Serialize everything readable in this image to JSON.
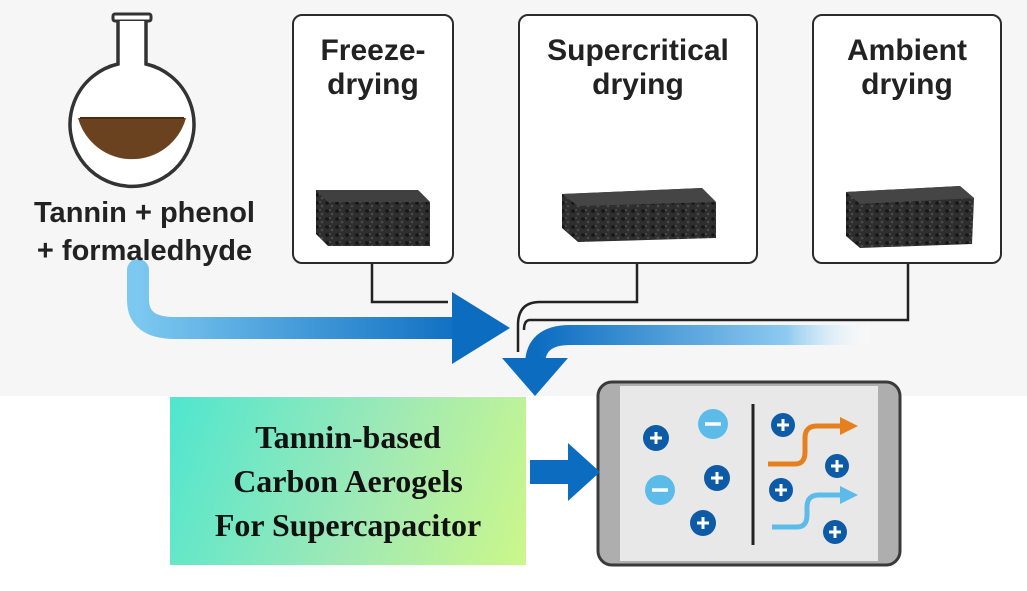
{
  "flask": {
    "label_line1": "Tannin + phenol",
    "label_line2": "+ formaledhyde"
  },
  "drying_methods": [
    {
      "line1": "Freeze-",
      "line2": "drying",
      "icon": "snowflake-icon"
    },
    {
      "line1": "Supercritical",
      "line2": "drying",
      "icon": "droplet-icon"
    },
    {
      "line1": "Ambient",
      "line2": "drying",
      "icon": "heat-waves-icon"
    }
  ],
  "result": {
    "line1": "Tannin-based",
    "line2": "Carbon Aerogels",
    "line3": "For Supercapacitor"
  },
  "colors": {
    "arrow_blue": "#0b6cc0",
    "arrow_light": "#7cc8f0",
    "result_gradient_start": "#4fe6cf",
    "result_gradient_end": "#ccf78a",
    "flask_liquid": "#6b4220",
    "heat_waves": "#e6801e",
    "ion_dark": "#0d5aa6",
    "ion_light": "#5dbbea"
  }
}
